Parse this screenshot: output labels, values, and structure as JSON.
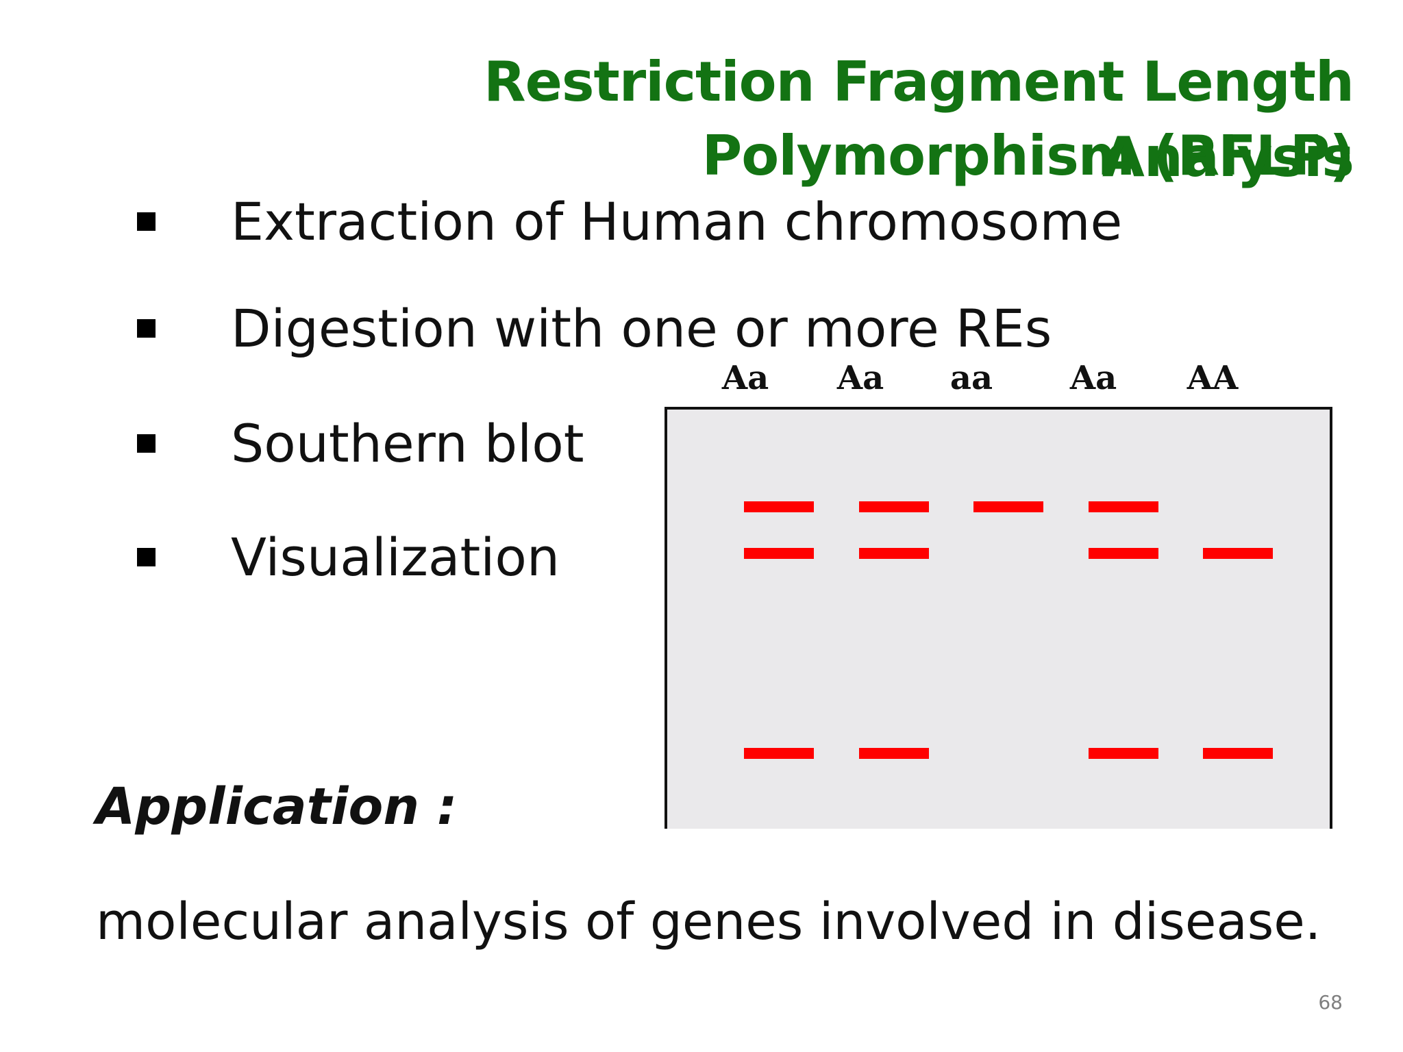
{
  "slide": {
    "title_line_1": "Restriction Fragment Length Polymorphism (RFLP)",
    "title_line_2": "Analysis",
    "title_color": "#137313",
    "bullets": [
      {
        "label": "Extraction of Human chromosome"
      },
      {
        "label": "Digestion with one or more REs"
      },
      {
        "label": "Southern blot"
      },
      {
        "label": "Visualization"
      }
    ],
    "application_heading": "Application :",
    "application_text": "molecular analysis of  genes involved in disease.",
    "page_number": "68"
  },
  "gel": {
    "band_color": "#ff0000",
    "background_color": "#eae9eb",
    "lanes": [
      {
        "label": "Aa",
        "bands": [
          "top",
          "middle",
          "bottom"
        ]
      },
      {
        "label": "Aa",
        "bands": [
          "top",
          "middle",
          "bottom"
        ]
      },
      {
        "label": "aa",
        "bands": [
          "top"
        ]
      },
      {
        "label": "Aa",
        "bands": [
          "top",
          "middle",
          "bottom"
        ]
      },
      {
        "label": "AA",
        "bands": [
          "middle",
          "bottom"
        ]
      }
    ]
  }
}
